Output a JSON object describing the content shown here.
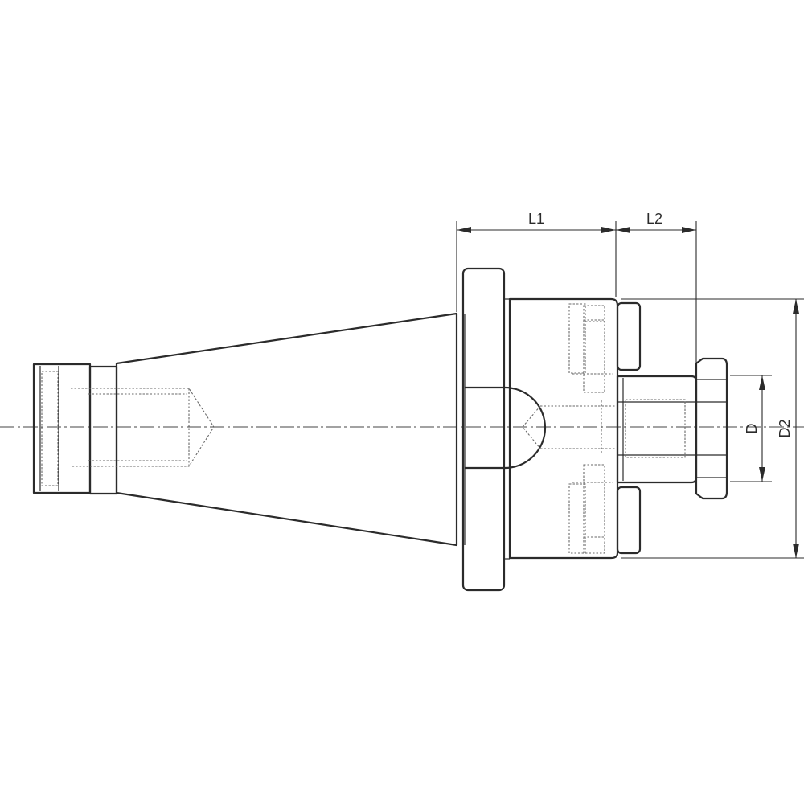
{
  "dimensions": {
    "l1": "L1",
    "l2": "L2",
    "d": "D",
    "d2": "D2"
  }
}
